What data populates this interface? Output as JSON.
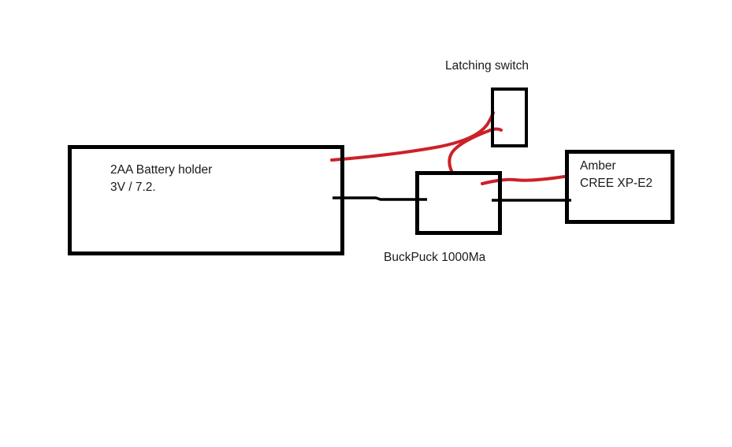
{
  "diagram": {
    "background": "#ffffff",
    "colors": {
      "wire_positive": "#cc2128",
      "wire_return": "#000000",
      "component_outline": "#000000",
      "text": "#1a1a1a"
    },
    "components": {
      "battery": {
        "label_line1": "2AA Battery holder",
        "label_line2": "3V / 7.2."
      },
      "latching_switch": {
        "label": "Latching switch"
      },
      "buckpuck": {
        "label": "BuckPuck 1000Ma"
      },
      "led": {
        "label_line1": "Amber",
        "label_line2": "CREE XP-E2"
      }
    },
    "wires": [
      {
        "from": "2AA Battery holder",
        "to": "Latching switch",
        "color": "red"
      },
      {
        "from": "Latching switch",
        "to": "BuckPuck 1000Ma",
        "color": "red"
      },
      {
        "from": "BuckPuck 1000Ma",
        "to": "Amber CREE XP-E2",
        "color": "red"
      },
      {
        "from": "2AA Battery holder",
        "to": "BuckPuck 1000Ma",
        "color": "black"
      },
      {
        "from": "BuckPuck 1000Ma",
        "to": "Amber CREE XP-E2",
        "color": "black"
      }
    ]
  }
}
